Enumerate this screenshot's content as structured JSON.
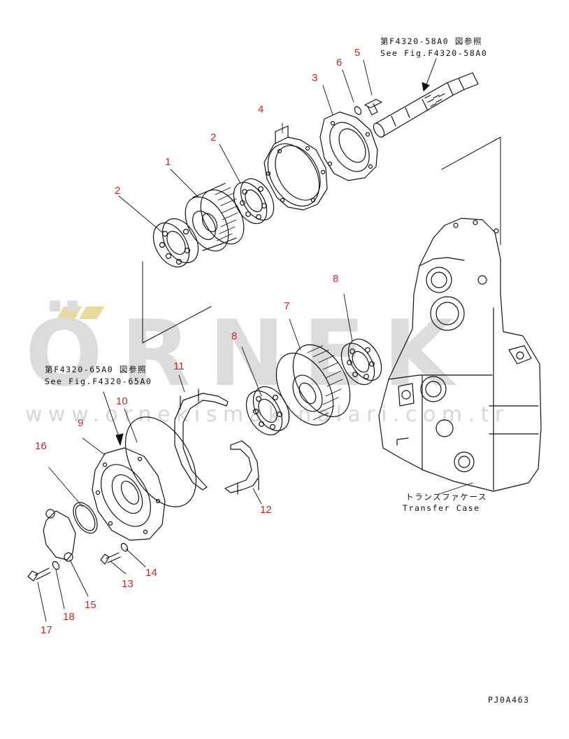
{
  "watermark": {
    "logo_text": "ÖRNEK",
    "url_text": "www.ornekismakinalari.com.tr"
  },
  "references": {
    "shaft_ref_jp": "第F4320-58A0 図参照",
    "shaft_ref_en": "See Fig.F4320-58A0",
    "cover_ref_jp": "第F4320-65A0 図参照",
    "cover_ref_en": "See Fig.F4320-65A0"
  },
  "assembly": {
    "name_jp": "トランスファケース",
    "name_en": "Transfer Case"
  },
  "drawing_code": "PJ0A463",
  "callouts": [
    "1",
    "2",
    "2",
    "3",
    "4",
    "5",
    "6",
    "7",
    "8",
    "8",
    "9",
    "10",
    "11",
    "12",
    "13",
    "14",
    "15",
    "16",
    "17",
    "18"
  ],
  "colors": {
    "callout": "#c0282a",
    "line": "#111111",
    "watermark": "#dcdcdc"
  }
}
